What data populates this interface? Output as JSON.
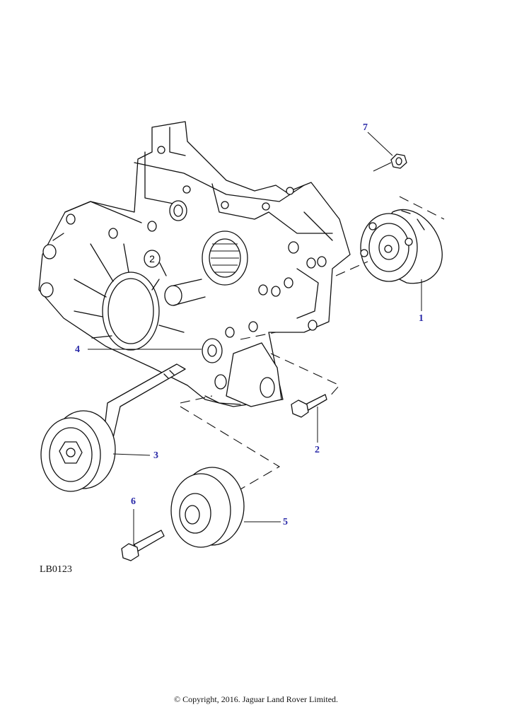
{
  "callouts": {
    "c1": "1",
    "c2": "2",
    "c3": "3",
    "c4": "4",
    "c5": "5",
    "c6": "6",
    "c7": "7"
  },
  "reference_code": "LB0123",
  "copyright": "© Copyright, 2016. Jaguar Land Rover Limited.",
  "engraved_mark": "2",
  "colors": {
    "callout": "#2a2aa8",
    "line": "#111111",
    "background": "#ffffff"
  }
}
